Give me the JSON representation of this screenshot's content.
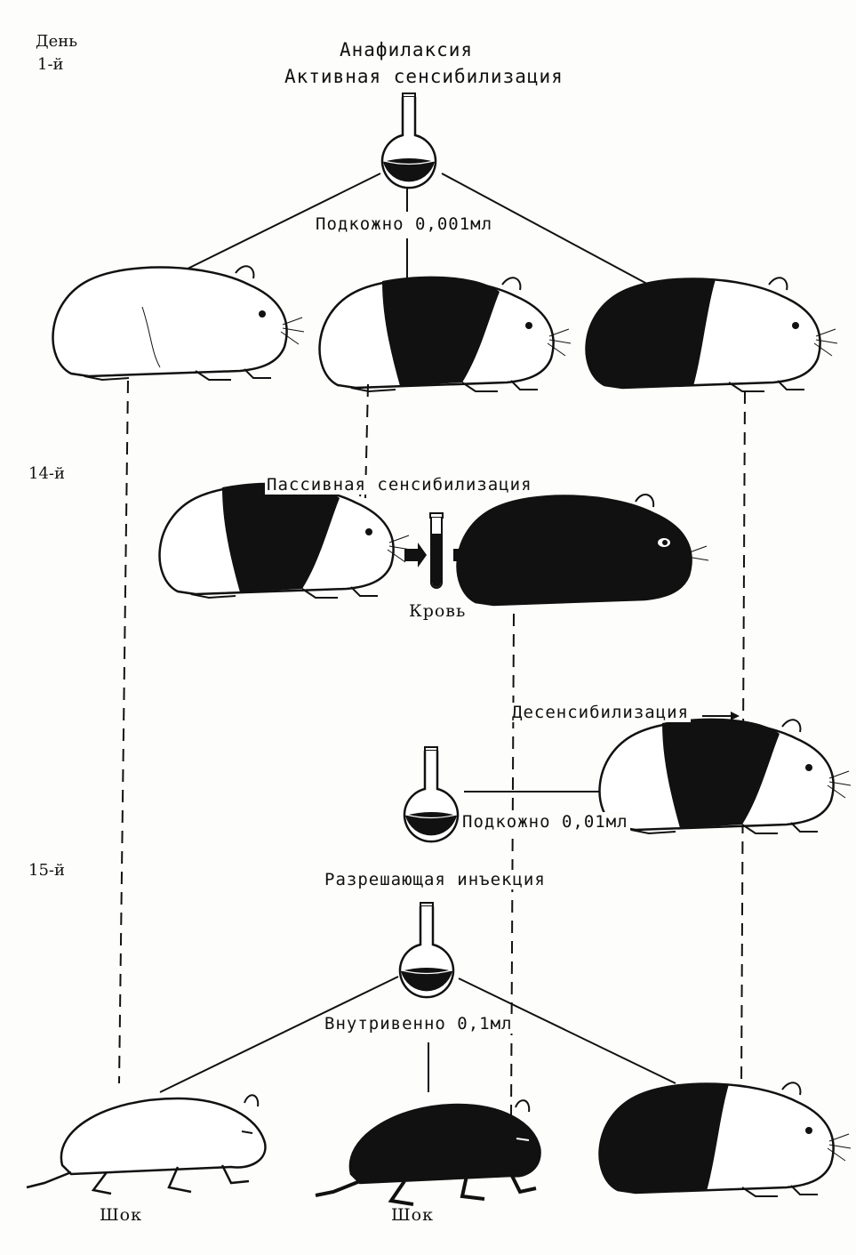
{
  "diagram": {
    "days": {
      "label": "День",
      "day1": "1-й",
      "day14": "14-й",
      "day15": "15-й"
    },
    "stage1": {
      "title": "Анафилаксия",
      "subtitle": "Активная сенсибилизация",
      "route": "Подкожно 0,001мл"
    },
    "stage2": {
      "title": "Пассивная сенсибилизация",
      "blood_label": "Кровь"
    },
    "stage3": {
      "title": "Десенсибилизация",
      "route": "Подкожно 0,01мл"
    },
    "stage4": {
      "title": "Разрешающая инъекция",
      "route": "Внутривенно 0,1мл"
    },
    "outcomes": {
      "left": "Шок",
      "middle": "Шок"
    },
    "colors": {
      "ink": "#111111",
      "paper": "#fdfdfb"
    }
  }
}
